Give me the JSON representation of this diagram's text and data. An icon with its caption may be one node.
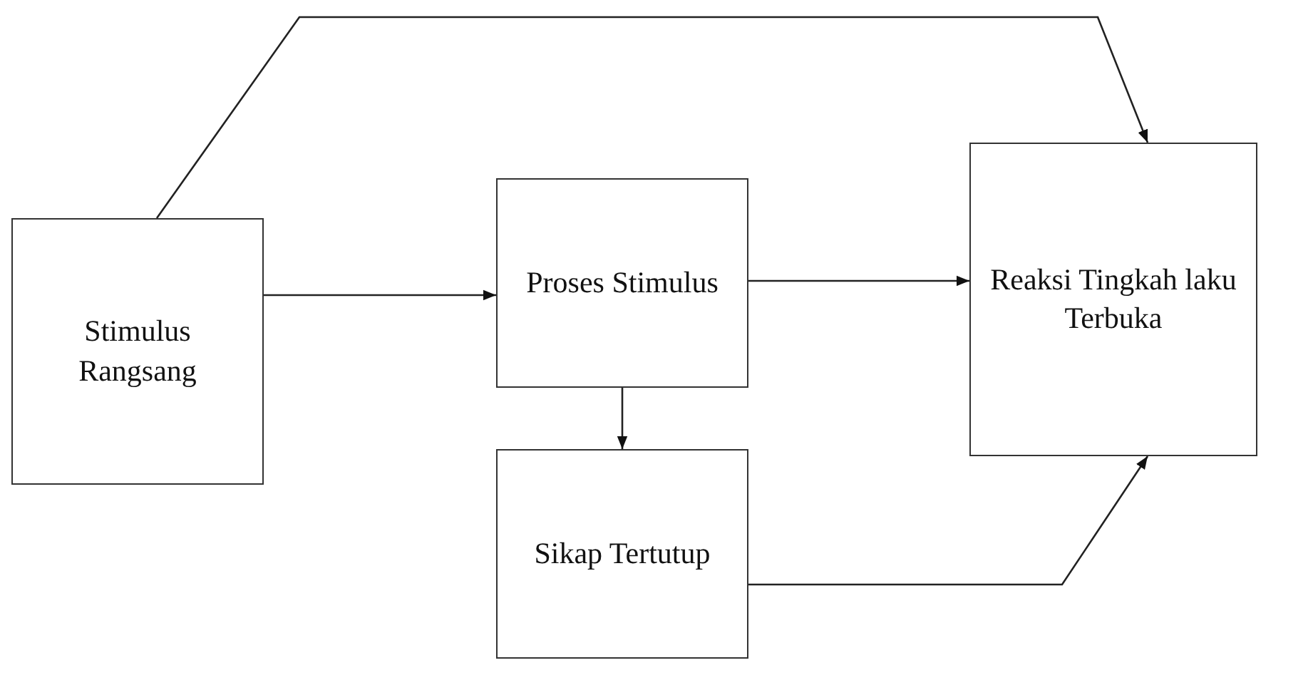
{
  "diagram": {
    "nodes": [
      {
        "text": [
          "Stimulus Rangsang"
        ]
      },
      {
        "text": [
          "Proses Stimulus"
        ]
      },
      {
        "text": [
          "Reaksi Tingkah laku Terbuka"
        ]
      },
      {
        "text": [
          "Sikap Tertutup"
        ]
      }
    ],
    "edges": [
      {
        "from": 0,
        "to": 2,
        "arrow": "to"
      },
      {
        "from": 0,
        "to": 1,
        "arrow": "to"
      },
      {
        "from": 1,
        "to": 2,
        "arrow": "to"
      },
      {
        "from": 1,
        "to": 3,
        "arrow": "to"
      },
      {
        "from": 3,
        "to": 2,
        "arrow": "to"
      }
    ]
  }
}
